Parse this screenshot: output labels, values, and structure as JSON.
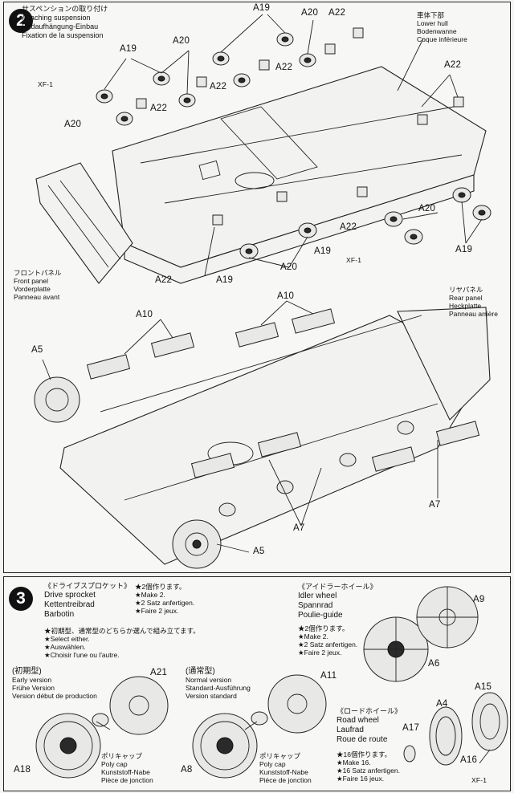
{
  "step2": {
    "number": "2",
    "title_jp": "サスペンションの取り付け",
    "title_de": "Attaching suspension",
    "title_de2": "Radaufhängung-Einbau",
    "title_fr": "Fixation de la suspension",
    "lower_hull": [
      "車体下部",
      "Lower hull",
      "Bodenwanne",
      "Coque inférieure"
    ],
    "front_panel": [
      "フロントパネル",
      "Front panel",
      "Vorderplatte",
      "Panneau avant"
    ],
    "rear_panel": [
      "リヤパネル",
      "Rear panel",
      "Heckplatte",
      "Panneau arrière"
    ],
    "labels": {
      "a19_1": "A19",
      "a19_2": "A19",
      "a19_3": "A19",
      "a19_4": "A19",
      "a19_5": "A19",
      "a20_1": "A20",
      "a20_2": "A20",
      "a20_3": "A20",
      "a20_4": "A20",
      "a20_5": "A20",
      "a22_1": "A22",
      "a22_2": "A22",
      "a22_3": "A22",
      "a22_4": "A22",
      "a22_5": "A22",
      "a22_6": "A22",
      "a22_7": "A22",
      "xf1_1": "XF-1",
      "xf1_2": "XF-1",
      "a10_1": "A10",
      "a10_2": "A10",
      "a5_1": "A5",
      "a5_2": "A5",
      "a7_1": "A7",
      "a7_2": "A7"
    }
  },
  "step3": {
    "number": "3",
    "sprocket": {
      "jp": "《ドライブスプロケット》",
      "en": "Drive sprocket",
      "de": "Kettentreibrad",
      "fr": "Barbotin",
      "make_jp": "★2個作ります。",
      "make_en": "★Make 2.",
      "make_de": "★2 Satz anfertigen.",
      "make_fr": "★Faire 2 jeux.",
      "select_jp": "★初期型、通常型のどちらか選んで組み立てます。",
      "select_en": "★Select either.",
      "select_de": "★Auswählen.",
      "select_fr": "★Choisir l'une ou l'autre."
    },
    "early": {
      "jp": "(初期型)",
      "en": "Early version",
      "de": "Frühe Version",
      "fr": "Version début de production"
    },
    "normal": {
      "jp": "(通常型)",
      "en": "Normal version",
      "de": "Standard-Ausführung",
      "fr": "Version standard"
    },
    "polycap": {
      "jp": "ポリキャップ",
      "en": "Poly cap",
      "de": "Kunststoff-Nabe",
      "fr": "Pièce de jonction"
    },
    "idler": {
      "jp": "《アイドラーホイール》",
      "en": "Idler wheel",
      "de": "Spannrad",
      "fr": "Poulie-guide",
      "make_jp": "★2個作ります。",
      "make_en": "★Make 2.",
      "make_de": "★2 Satz anfertigen.",
      "make_fr": "★Faire 2 jeux."
    },
    "road": {
      "jp": "《ロードホイール》",
      "en": "Road wheel",
      "de": "Laufrad",
      "fr": "Roue de route",
      "make_jp": "★16個作ります。",
      "make_en": "★Make 16.",
      "make_de": "★16 Satz anfertigen.",
      "make_fr": "★Faire 16 jeux."
    },
    "labels": {
      "a21": "A21",
      "a18": "A18",
      "a11": "A11",
      "a8": "A8",
      "a9": "A9",
      "a6": "A6",
      "a15": "A15",
      "a4": "A4",
      "a17": "A17",
      "a16": "A16",
      "xf1": "XF-1"
    }
  }
}
